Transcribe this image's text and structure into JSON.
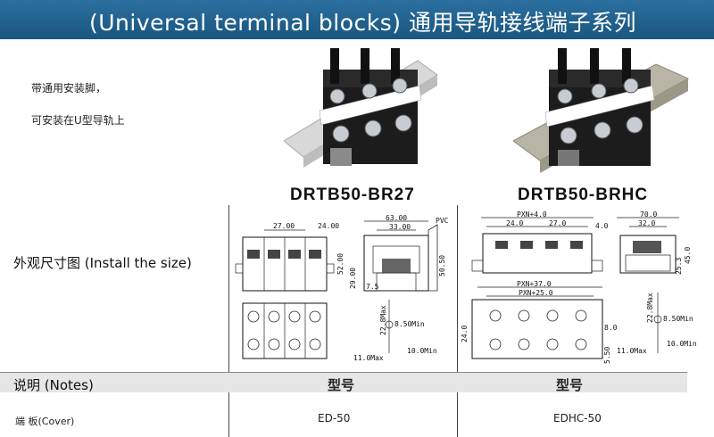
{
  "banner": {
    "title": "(Universal terminal blocks) 通用导轨接线端子系列"
  },
  "features": [
    "带通用安装脚，",
    "可安装在U型导轨上"
  ],
  "products": [
    {
      "model": "DRTB50-BR27",
      "cover": "ED-50"
    },
    {
      "model": "DRTB50-BRHC",
      "cover": "EDHC-50"
    }
  ],
  "labels": {
    "size": "外观尺寸图 (Install the size)",
    "notes": "说明 (Notes)",
    "type_header": "型号",
    "cover": "端 板(Cover)"
  },
  "drawing_left": {
    "pitch": "27.00",
    "width": "63.00",
    "inner": "33.00",
    "edge": "24.00",
    "h1": "52.00",
    "h2": "29.00",
    "h3": "50.50",
    "tag": "PVC",
    "hole": "8.50Min",
    "hole_h": "22.8Max",
    "b1": "11.0Max",
    "b2": "10.0Min",
    "small": "7.5"
  },
  "drawing_right": {
    "pxn4": "PXN+4.0",
    "d24": "24.0",
    "d27": "27.0",
    "d4": "4.0",
    "w70": "70.0",
    "w32": "32.0",
    "h45": "45.0",
    "h25": "25.3",
    "pxn37": "PXN+37.0",
    "pxn25": "PXN+25.0",
    "hmax": "22.8Max",
    "hole": "8.50Min",
    "s8": "8.0",
    "s24": "24.0",
    "s55": "5.50",
    "b1": "11.0Max",
    "b2": "10.0Min"
  }
}
